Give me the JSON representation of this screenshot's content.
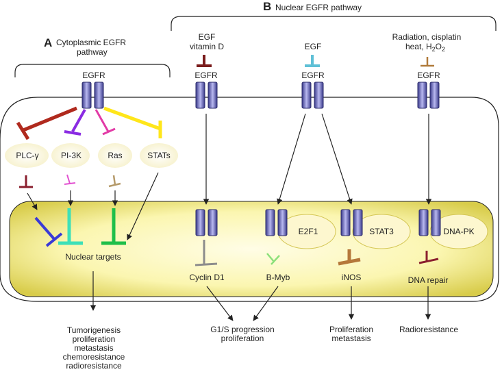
{
  "sections": {
    "a": {
      "letter": "A",
      "title_line1": "Cytoplasmic EGFR",
      "title_line2": "pathway"
    },
    "b": {
      "letter": "B",
      "title": "Nuclear EGFR pathway"
    }
  },
  "ligands": {
    "egf_vitd": {
      "line1": "EGF",
      "line2": "vitamin D",
      "color": "#7a1c1c"
    },
    "egf": {
      "label": "EGF",
      "color": "#5fc0d6"
    },
    "stress": {
      "line1": "Radiation, cisplatin",
      "line2_prefix": "heat, H",
      "sub1": "2",
      "mid": "O",
      "sub2": "2",
      "color": "#b07a3a"
    }
  },
  "receptor_label": "EGFR",
  "effectors": {
    "plc": "PLC-γ",
    "pi3k": "PI-3K",
    "ras": "Ras",
    "stats": "STATs"
  },
  "nucleus": {
    "nuclear_targets": "Nuclear targets",
    "e2f1": "E2F1",
    "stat3": "STAT3",
    "dnapk": "DNA-PK",
    "cyclin_d1": "Cyclin D1",
    "bmyb": "B-Myb",
    "inos": "iNOS",
    "dna_repair": "DNA repair"
  },
  "outcomes": {
    "a_outcome": [
      "Tumorigenesis",
      "proliferation",
      "metastasis",
      "chemoresistance",
      "radioresistance"
    ],
    "g1s": [
      "G1/S progression",
      "proliferation"
    ],
    "prolif": [
      "Proliferation",
      "metastasis"
    ],
    "radio": [
      "Radioresistance"
    ]
  },
  "colors": {
    "plc": "#b02a1e",
    "pi3k": "#8a2be2",
    "ras": "#e23aa6",
    "stats": "#ffe61a",
    "teal": "#3de0b8",
    "green": "#1fbf4a",
    "blue": "#3a3ad6",
    "gray": "#8c8c8c",
    "lightgreen": "#8be07a",
    "darkred": "#8a1f2e",
    "brown": "#b5783a",
    "tan": "#b59a6a",
    "pink": "#e24fd0",
    "receptor": "#6a6ab8"
  }
}
